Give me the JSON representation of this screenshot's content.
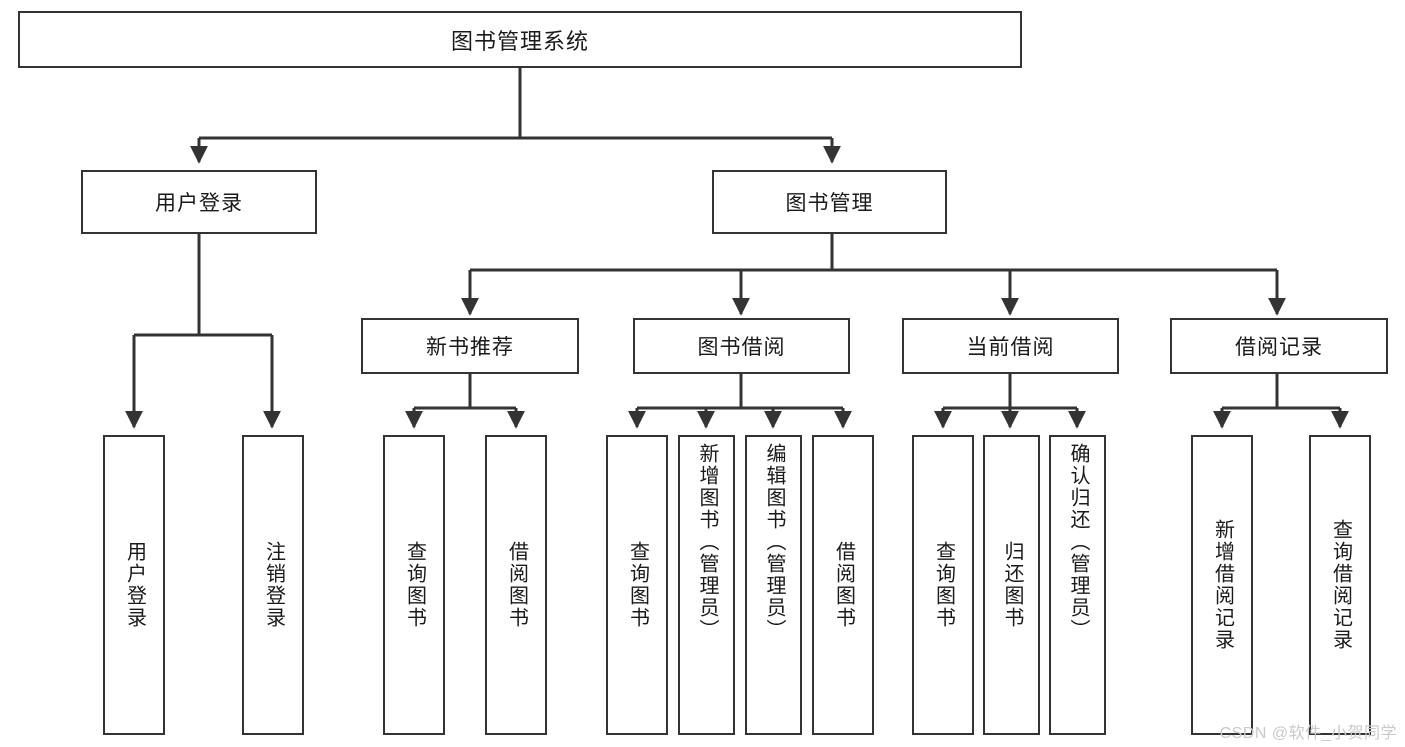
{
  "diagram": {
    "title": "图书管理系统",
    "type": "hierarchy-tree",
    "root": {
      "id": "root",
      "label": "图书管理系统"
    },
    "level2": [
      {
        "id": "user-login",
        "label": "用户登录"
      },
      {
        "id": "book-management",
        "label": "图书管理"
      }
    ],
    "level3": [
      {
        "id": "new-book-recommend",
        "label": "新书推荐",
        "parent": "book-management"
      },
      {
        "id": "book-borrow",
        "label": "图书借阅",
        "parent": "book-management"
      },
      {
        "id": "current-borrow",
        "label": "当前借阅",
        "parent": "book-management"
      },
      {
        "id": "borrow-record",
        "label": "借阅记录",
        "parent": "book-management"
      }
    ],
    "leaves": [
      {
        "id": "leaf-user-login",
        "label": "用户登录",
        "parent": "user-login"
      },
      {
        "id": "leaf-logout",
        "label": "注销登录",
        "parent": "user-login"
      },
      {
        "id": "leaf-query-book-1",
        "label": "查询图书",
        "parent": "new-book-recommend"
      },
      {
        "id": "leaf-borrow-book-1",
        "label": "借阅图书",
        "parent": "new-book-recommend"
      },
      {
        "id": "leaf-query-book-2",
        "label": "查询图书",
        "parent": "book-borrow"
      },
      {
        "id": "leaf-add-book",
        "label": "新增图书（管理员）",
        "parent": "book-borrow"
      },
      {
        "id": "leaf-edit-book",
        "label": "编辑图书（管理员）",
        "parent": "book-borrow"
      },
      {
        "id": "leaf-borrow-book-2",
        "label": "借阅图书",
        "parent": "book-borrow"
      },
      {
        "id": "leaf-query-book-3",
        "label": "查询图书",
        "parent": "current-borrow"
      },
      {
        "id": "leaf-return-book",
        "label": "归还图书",
        "parent": "current-borrow"
      },
      {
        "id": "leaf-confirm-return",
        "label": "确认归还（管理员）",
        "parent": "current-borrow"
      },
      {
        "id": "leaf-add-record",
        "label": "新增借阅记录",
        "parent": "borrow-record"
      },
      {
        "id": "leaf-query-record",
        "label": "查询借阅记录",
        "parent": "borrow-record"
      }
    ],
    "colors": {
      "line": "#333333",
      "box_border": "#333333",
      "box_fill": "#ffffff",
      "text": "#1a1a1a",
      "watermark": "#c9c9c9"
    }
  },
  "watermark": {
    "text": "CSDN @软件_小贺同学"
  }
}
